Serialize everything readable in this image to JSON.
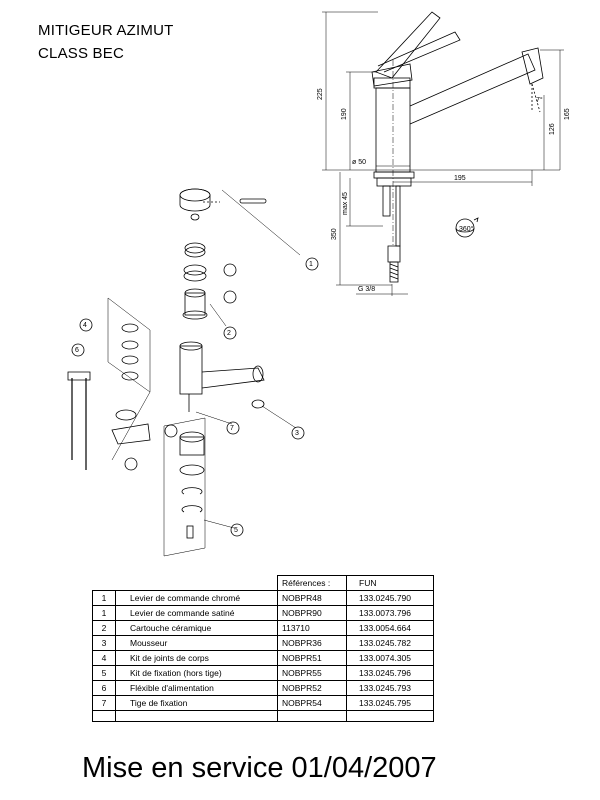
{
  "title_line1": "MITIGEUR AZIMUT",
  "title_line2": "CLASS BEC",
  "dimensions": {
    "d225": "225",
    "d190": "190",
    "d126": "126",
    "d165": "165",
    "d195": "195",
    "d50": "ø 50",
    "d45": "max 45",
    "d350": "350",
    "dG": "G 3/8",
    "d7": "7°",
    "d360": "360°"
  },
  "callouts": [
    "1",
    "2",
    "3",
    "4",
    "5",
    "6",
    "7"
  ],
  "table": {
    "header_ref": "Références :",
    "header_fun": "FUN",
    "rows": [
      {
        "num": "1",
        "desc": "Levier de commande chromé",
        "ref": "NOBPR48",
        "fun": "133.0245.790"
      },
      {
        "num": "1",
        "desc": "Levier de commande satiné",
        "ref": "NOBPR90",
        "fun": "133.0073.796"
      },
      {
        "num": "2",
        "desc": "Cartouche céramique",
        "ref": "113710",
        "fun": "133.0054.664"
      },
      {
        "num": "3",
        "desc": "Mousseur",
        "ref": "NOBPR36",
        "fun": "133.0245.782"
      },
      {
        "num": "4",
        "desc": "Kit de joints de corps",
        "ref": "NOBPR51",
        "fun": "133.0074.305"
      },
      {
        "num": "5",
        "desc": "Kit de fixation (hors tige)",
        "ref": "NOBPR55",
        "fun": "133.0245.796"
      },
      {
        "num": "6",
        "desc": "Fléxible d'alimentation",
        "ref": "NOBPR52",
        "fun": "133.0245.793"
      },
      {
        "num": "7",
        "desc": "Tige de fixation",
        "ref": "NOBPR54",
        "fun": "133.0245.795"
      }
    ]
  },
  "footer": "Mise en service 01/04/2007"
}
